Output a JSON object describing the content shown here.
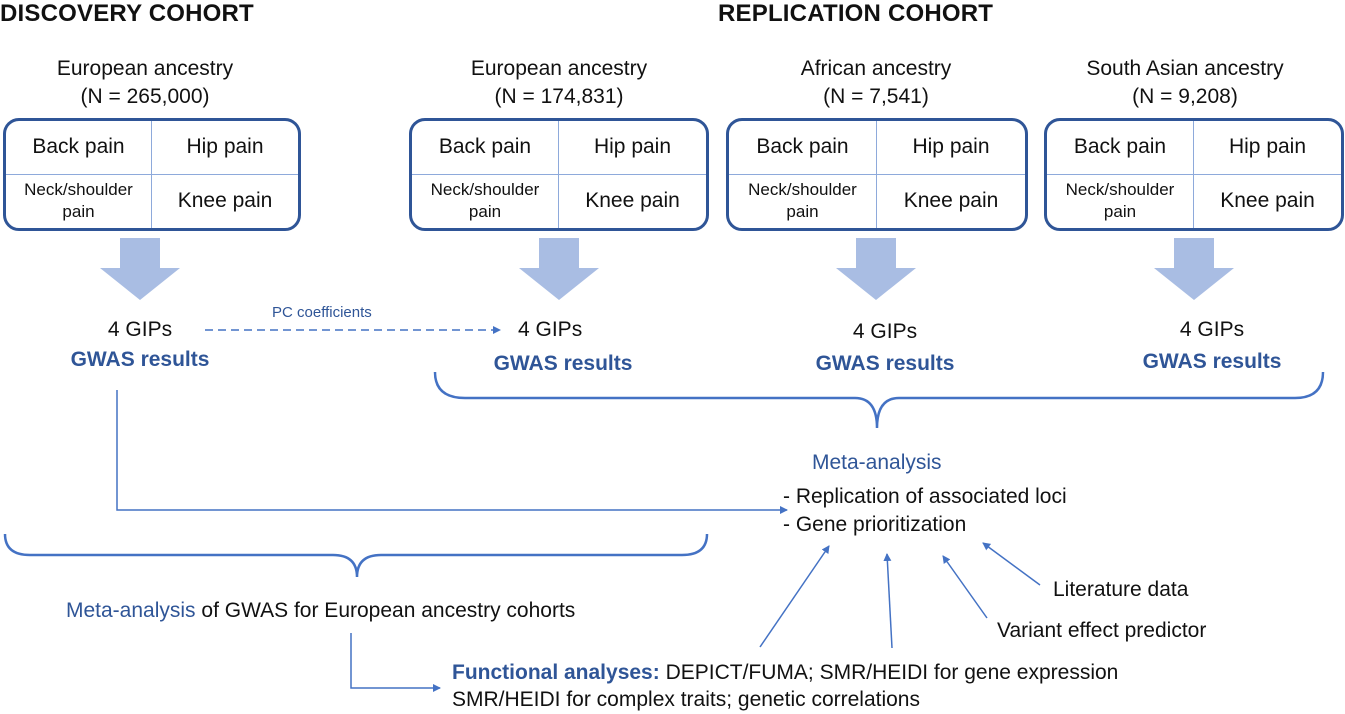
{
  "headers": {
    "discovery": "DISCOVERY COHORT",
    "replication": "REPLICATION COHORT"
  },
  "pain_labels": {
    "back": "Back pain",
    "hip": "Hip pain",
    "neck_line1": "Neck/shoulder",
    "neck_line2": "pain",
    "knee": "Knee pain"
  },
  "cohorts": [
    {
      "id": "discovery-european",
      "ancestry": "European ancestry",
      "n": "(N = 265,000)",
      "gips": "4 GIPs",
      "gwas": "GWAS results"
    },
    {
      "id": "replication-european",
      "ancestry": "European ancestry",
      "n": "(N = 174,831)",
      "gips": "4 GIPs",
      "gwas": "GWAS results"
    },
    {
      "id": "replication-african",
      "ancestry": "African ancestry",
      "n": "(N = 7,541)",
      "gips": "4 GIPs",
      "gwas": "GWAS results"
    },
    {
      "id": "replication-south-asian",
      "ancestry": "South Asian ancestry",
      "n": "(N = 9,208)",
      "gips": "4 GIPs",
      "gwas": "GWAS results"
    }
  ],
  "pc_coefficients": "PC coefficients",
  "meta_analysis": {
    "title": "Meta-analysis",
    "items": [
      "- Replication of associated loci",
      "- Gene prioritization"
    ]
  },
  "sources": {
    "literature": "Literature data",
    "vep": "Variant effect predictor"
  },
  "european_meta": {
    "highlight": "Meta-analysis",
    "rest": " of GWAS for European ancestry cohorts"
  },
  "functional": {
    "label": "Functional analyses:",
    "line1_rest": " DEPICT/FUMA; SMR/HEIDI for gene expression",
    "line2": "SMR/HEIDI for complex traits; genetic correlations"
  },
  "colors": {
    "dark_blue": "#2f5597",
    "line_blue": "#4472c4",
    "arrow_fill": "#a9bde3",
    "grid_line": "#8eaadb"
  }
}
